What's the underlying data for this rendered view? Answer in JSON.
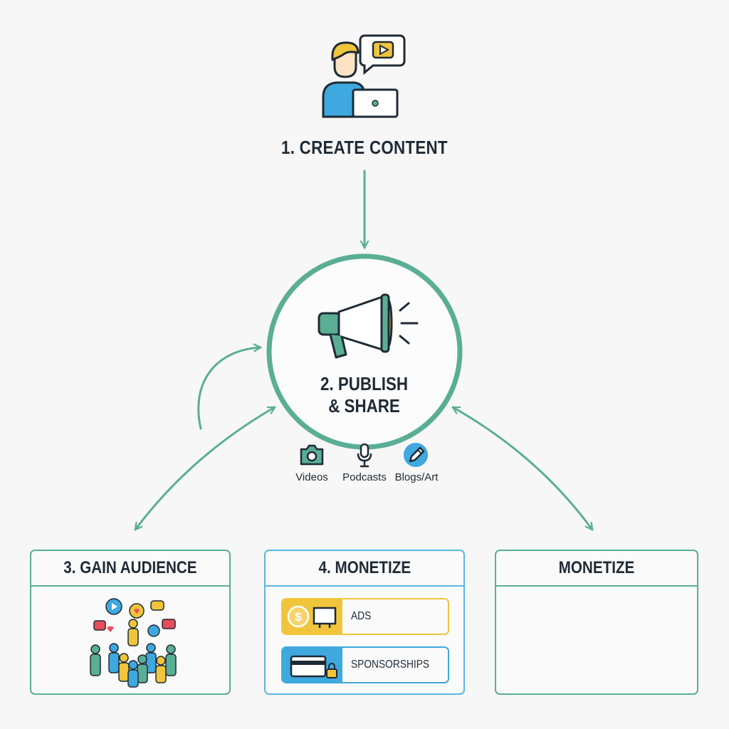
{
  "steps": {
    "create": "1. CREATE CONTENT",
    "publish_line1": "2. PUBLISH",
    "publish_line2": "& SHARE"
  },
  "formats": [
    {
      "label": "Videos",
      "icon": "camera-icon"
    },
    {
      "label": "Podcasts",
      "icon": "microphone-icon"
    },
    {
      "label": "Blogs/Art",
      "icon": "pen-icon"
    }
  ],
  "cards": {
    "audience": {
      "title": "3. GAIN AUDIENCE"
    },
    "monetize": {
      "title": "4. MONETIZE",
      "items": [
        {
          "label": "ADS",
          "icon": "dollar-billboard-icon"
        },
        {
          "label": "SPONSORSHIPS",
          "icon": "card-lock-icon"
        }
      ]
    },
    "monetize_extra": {
      "title": "MONETIZE"
    }
  },
  "colors": {
    "accent_green": "#5aae93",
    "accent_blue": "#3fa8de",
    "accent_yellow": "#f0c53b",
    "text_dark": "#1f2a36"
  }
}
